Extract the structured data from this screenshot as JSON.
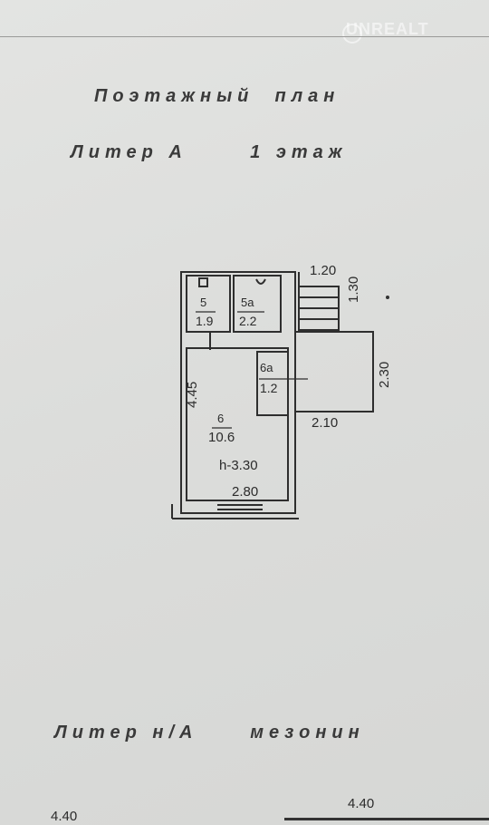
{
  "watermark": "UNREALT",
  "document": {
    "title": "Поэтажный  план",
    "subtitle": "Литер А      1 этаж",
    "bottom_title": "Литер н/А     мезонин"
  },
  "rooms": [
    {
      "number": "5",
      "area": "1.9"
    },
    {
      "number": "5а",
      "area": "2.2"
    },
    {
      "number": "6а",
      "area": "1.2"
    },
    {
      "number": "6",
      "area": "10.6"
    }
  ],
  "dimensions": {
    "d120": "1.20",
    "d130": "1.30",
    "d230": "2.30",
    "d210": "2.10",
    "d445": "4.45",
    "height": "h-3.30",
    "d280": "2.80",
    "bottom_left": "4.40",
    "bottom_right": "4.40"
  }
}
